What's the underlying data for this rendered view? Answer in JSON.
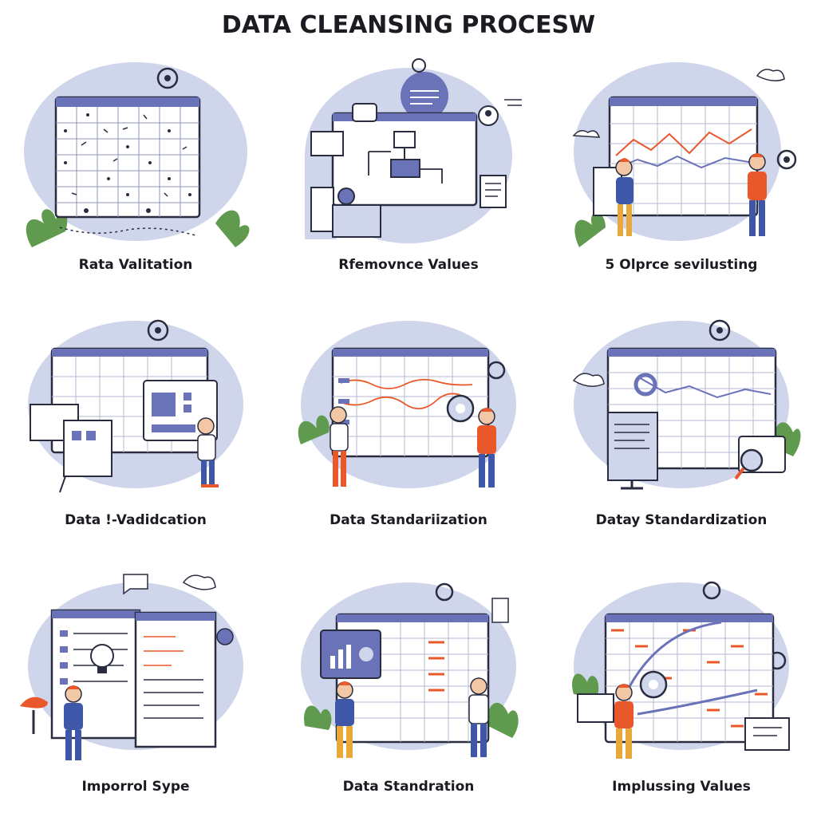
{
  "title": "DATA CLEANSING PROCESW",
  "colors": {
    "blob": "#cfd6ec",
    "frame": "#6a72b8",
    "ink": "#2a2d40",
    "accent": "#e8582a",
    "leaf": "#5f9a4e",
    "skin": "#f2c7a5",
    "pants": "#3f57a8",
    "shirt_orange": "#e8582a"
  },
  "panels": [
    {
      "caption": "Rata Valitation",
      "scene": "grid-marks"
    },
    {
      "caption": "Rfemovnce Values",
      "scene": "flow-diagram"
    },
    {
      "caption": "5 Olprce sevilusting",
      "scene": "chart-people"
    },
    {
      "caption": "Data !-Vadidcation",
      "scene": "board-person"
    },
    {
      "caption": "Data Standarіization",
      "scene": "grid-people"
    },
    {
      "caption": "Datay Standardization",
      "scene": "table-monitor"
    },
    {
      "caption": "Imporrol Sype",
      "scene": "document-person"
    },
    {
      "caption": "Data Standration",
      "scene": "dashboard-people"
    },
    {
      "caption": "Implussing Values",
      "scene": "grid-magnifier"
    }
  ]
}
